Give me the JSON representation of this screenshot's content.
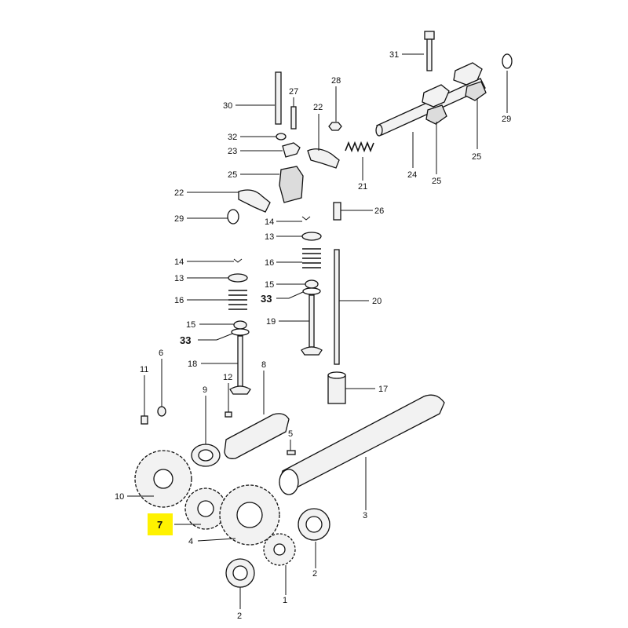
{
  "highlight_color": "#fff200",
  "callouts": {
    "c31": "31",
    "c30": "30",
    "c27": "27",
    "c28": "28",
    "c29a": "29",
    "c22a": "22",
    "c32": "32",
    "c23": "23",
    "c25a": "25",
    "c21": "21",
    "c24": "24",
    "c25b": "25",
    "c25c": "25",
    "c22b": "22",
    "c29b": "29",
    "c26": "26",
    "c14a": "14",
    "c13a": "13",
    "c16a": "16",
    "c15a": "15",
    "c33a": "33",
    "c20": "20",
    "c19": "19",
    "c14b": "14",
    "c13b": "13",
    "c16b": "16",
    "c15b": "15",
    "c33b": "33",
    "c18": "18",
    "c11": "11",
    "c6": "6",
    "c12": "12",
    "c8": "8",
    "c9": "9",
    "c17": "17",
    "c5": "5",
    "c10": "10",
    "c7": "7",
    "c4": "4",
    "c3": "3",
    "c2a": "2",
    "c1": "1",
    "c2b": "2"
  }
}
